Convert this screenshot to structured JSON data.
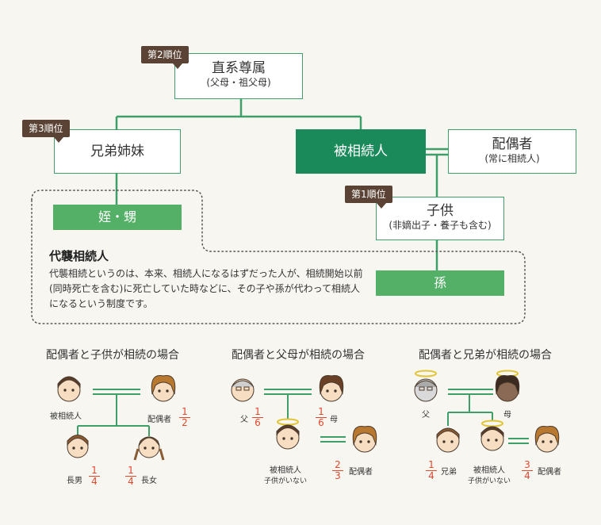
{
  "tree": {
    "lineal": {
      "tag": "第2順位",
      "name": "直系尊属",
      "sub": "(父母・祖父母)"
    },
    "siblings": {
      "tag": "第3順位",
      "name": "兄弟姉妹"
    },
    "decedent": {
      "name": "被相続人"
    },
    "spouse": {
      "name": "配偶者",
      "sub": "(常に相続人)"
    },
    "children": {
      "tag": "第1順位",
      "name": "子供",
      "sub": "(非嫡出子・養子も含む)"
    },
    "nephews": {
      "name": "姪・甥"
    },
    "grandchild": {
      "name": "孫"
    }
  },
  "substitute": {
    "title": "代襲相続人",
    "body": "代襲相続というのは、本来、相続人になるはずだった人が、相続開始以前(同時死亡を含む)に死亡していた時などに、その子や孫が代わって相続人になるという制度です。"
  },
  "cases": [
    {
      "title": "配偶者と子供が相続の場合",
      "decedent": "被相続人",
      "spouse": "配偶者",
      "spouse_num": "1",
      "spouse_den": "2",
      "child1": "長男",
      "child1_num": "1",
      "child1_den": "4",
      "child2": "長女",
      "child2_num": "1",
      "child2_den": "4"
    },
    {
      "title": "配偶者と父母が相続の場合",
      "father": "父",
      "father_num": "1",
      "father_den": "6",
      "mother": "母",
      "mother_num": "1",
      "mother_den": "6",
      "decedent": "被相続人",
      "decedent_note": "子供がいない",
      "spouse": "配偶者",
      "spouse_num": "2",
      "spouse_den": "3"
    },
    {
      "title": "配偶者と兄弟が相続の場合",
      "father": "父",
      "mother": "母",
      "sibling": "兄弟",
      "sibling_num": "1",
      "sibling_den": "4",
      "decedent": "被相続人",
      "decedent_note": "子供がいない",
      "spouse": "配偶者",
      "spouse_num": "3",
      "spouse_den": "4"
    }
  ],
  "colors": {
    "green": "#3f9f68",
    "dark_green": "#1b8a5a",
    "tag": "#5a4334",
    "fraction": "#e0482d"
  }
}
